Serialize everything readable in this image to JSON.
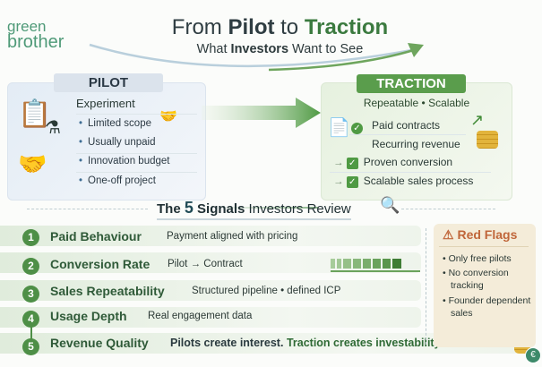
{
  "logo": {
    "line1": "green",
    "line2": "brother"
  },
  "header": {
    "title_pre": "From ",
    "title_pilot": "Pilot",
    "title_mid": " to ",
    "title_traction": "Traction",
    "subtitle_pre": "What ",
    "subtitle_bold": "Investors",
    "subtitle_post": " Want to See"
  },
  "pilot": {
    "label": "PILOT",
    "heading": "Experiment",
    "items": [
      "Limited scope",
      "Usually unpaid",
      "Innovation budget",
      "One-off project"
    ]
  },
  "traction": {
    "label": "TRACTION",
    "heading": "Repeatable • Scalable",
    "items": [
      "Paid contracts",
      "Recurring revenue",
      "Proven conversion",
      "Scalable sales process"
    ]
  },
  "signals": {
    "title_pre": "The ",
    "title_num": "5",
    "title_bold": " Signals",
    "title_post": " Investors Review",
    "rows": [
      {
        "num": "1",
        "title": "Paid Behaviour",
        "desc": "Payment aligned with pricing"
      },
      {
        "num": "2",
        "title": "Conversion Rate",
        "desc": "Pilot → Contract"
      },
      {
        "num": "3",
        "title": "Sales Repeatability",
        "desc": "Structured pipeline • defined ICP"
      },
      {
        "num": "4",
        "title": "Usage Depth",
        "desc": "Real engagement data"
      },
      {
        "num": "5",
        "title": "Revenue Quality",
        "desc": ""
      }
    ]
  },
  "tagline": {
    "part1": "Pilots create interest.",
    "part2": "Traction creates investability."
  },
  "red_flags": {
    "title": "Red Flags",
    "items": [
      "Only free pilots",
      "No conversion tracking",
      "Founder dependent sales"
    ]
  },
  "coin_symbol": "€"
}
